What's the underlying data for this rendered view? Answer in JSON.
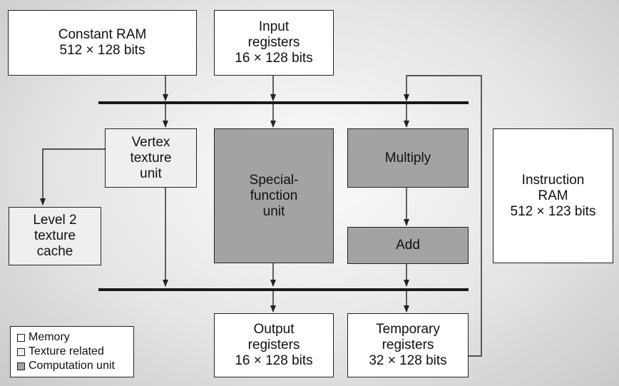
{
  "boxes": {
    "constant_ram": {
      "lines": [
        "Constant RAM",
        "512 × 128 bits"
      ]
    },
    "input_registers": {
      "lines": [
        "Input",
        "registers",
        "16 × 128 bits"
      ]
    },
    "vertex_texture_unit": {
      "lines": [
        "Vertex",
        "texture",
        "unit"
      ]
    },
    "level2_texture_cache": {
      "lines": [
        "Level 2",
        "texture",
        "cache"
      ]
    },
    "special_function_unit": {
      "lines": [
        "Special-",
        "function",
        "unit"
      ]
    },
    "multiply": {
      "lines": [
        "Multiply"
      ]
    },
    "add": {
      "lines": [
        "Add"
      ]
    },
    "instruction_ram": {
      "lines": [
        "Instruction",
        "RAM",
        "512 × 123 bits"
      ]
    },
    "output_registers": {
      "lines": [
        "Output",
        "registers",
        "16 × 128 bits"
      ]
    },
    "temporary_registers": {
      "lines": [
        "Temporary",
        "registers",
        "32 × 128 bits"
      ]
    }
  },
  "legend": {
    "memory": "Memory",
    "texture_related": "Texture related",
    "computation_unit": "Computation unit"
  },
  "colors": {
    "memory": "#ffffff",
    "texture_related": "#efefef",
    "computation_unit": "#a3a3a3",
    "line": "#222222"
  }
}
